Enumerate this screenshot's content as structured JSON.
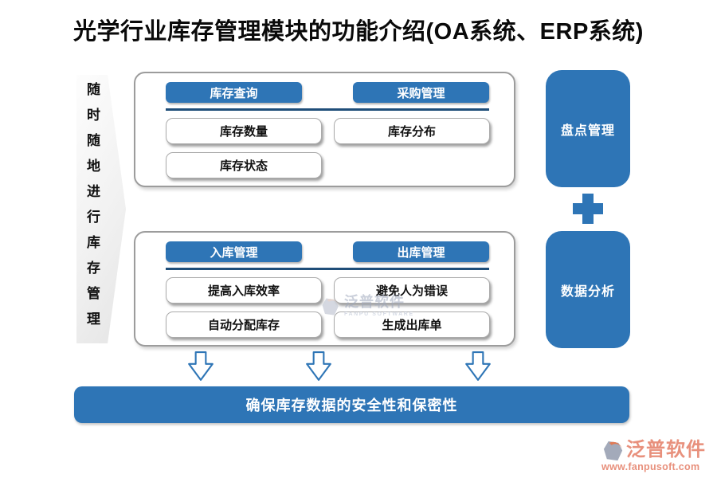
{
  "title": "光学行业库存管理模块的功能介绍(OA系统、ERP系统)",
  "colors": {
    "primary_blue": "#2E75B6",
    "divider_navy": "#1F4E79",
    "logo_salmon": "#E8907C",
    "banner_gray": "#EFEFEF"
  },
  "left_banner": {
    "text": "随时随地进行库存管理"
  },
  "sections": [
    {
      "name": "top-group",
      "headers": [
        {
          "label": "库存查询"
        },
        {
          "label": "采购管理"
        }
      ],
      "items": [
        {
          "label": "库存数量"
        },
        {
          "label": "库存分布"
        },
        {
          "label": "库存状态"
        }
      ]
    },
    {
      "name": "bottom-group",
      "headers": [
        {
          "label": "入库管理"
        },
        {
          "label": "出库管理"
        }
      ],
      "items": [
        {
          "label": "提高入库效率"
        },
        {
          "label": "避免人为错误"
        },
        {
          "label": "自动分配库存"
        },
        {
          "label": "生成出库单"
        }
      ]
    }
  ],
  "right_panel": {
    "boxes": [
      {
        "label": "盘点管理"
      },
      {
        "label": "数据分析"
      }
    ],
    "connector_icon": "plus-icon"
  },
  "bottom_banner": {
    "label": "确保库存数据的安全性和保密性"
  },
  "watermark": {
    "name": "泛普软件",
    "subtitle": "FANPU SOFTWARE"
  },
  "footer_logo": {
    "name": "泛普软件",
    "url": "www.fanpusoft.com"
  }
}
